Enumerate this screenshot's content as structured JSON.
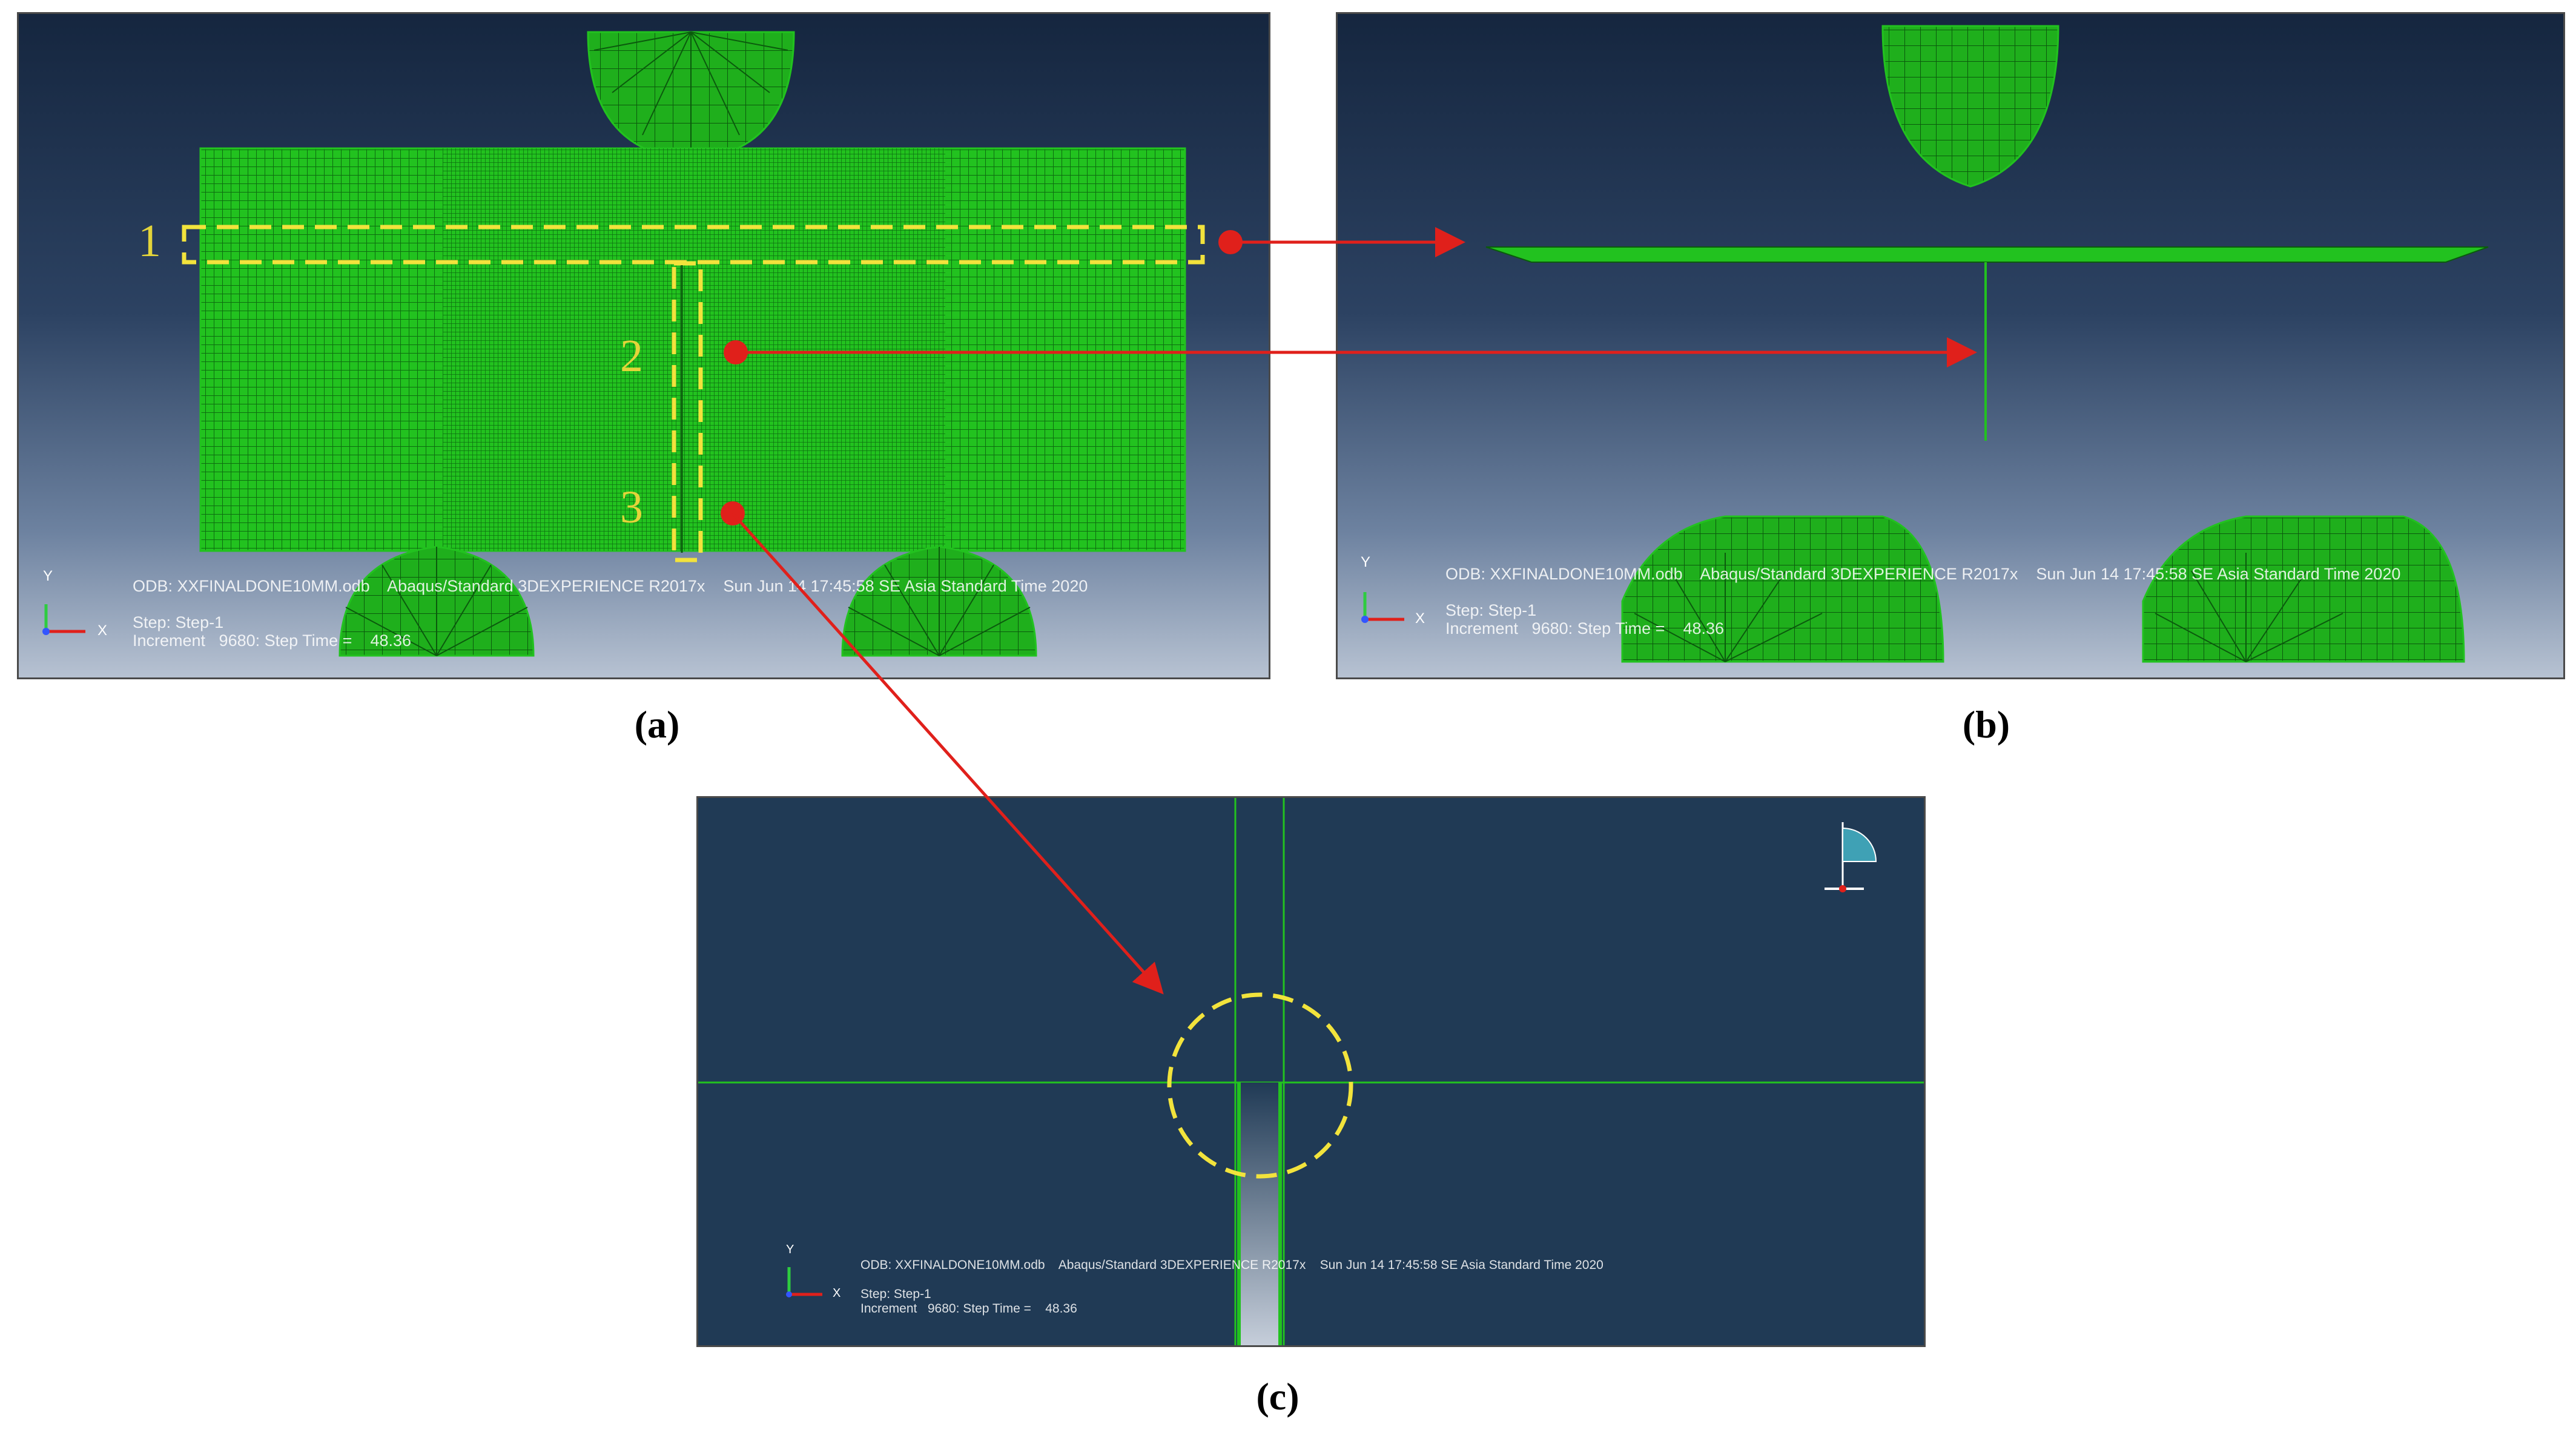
{
  "panels": {
    "a": {
      "caption": "(a)",
      "region_labels": [
        "1",
        "2",
        "3"
      ],
      "axes": {
        "y": "Y",
        "x": "X"
      },
      "info": {
        "line1": "ODB: XXFINALDONE10MM.odb    Abaqus/Standard 3DEXPERIENCE R2017x    Sun Jun 14 17:45:58 SE Asia Standard Time 2020",
        "line2": "Step: Step-1",
        "line3": "Increment   9680: Step Time =    48.36"
      }
    },
    "b": {
      "caption": "(b)",
      "axes": {
        "y": "Y",
        "x": "X"
      },
      "info": {
        "line1": "ODB: XXFINALDONE10MM.odb    Abaqus/Standard 3DEXPERIENCE R2017x    Sun Jun 14 17:45:58 SE Asia Standard Time 2020",
        "line2": "Step: Step-1",
        "line3": "Increment   9680: Step Time =    48.36"
      }
    },
    "c": {
      "caption": "(c)",
      "axes": {
        "y": "Y",
        "x": "X"
      },
      "info": {
        "line1": "ODB: XXFINALDONE10MM.odb    Abaqus/Standard 3DEXPERIENCE R2017x    Sun Jun 14 17:45:58 SE Asia Standard Time 2020",
        "line2": "Step: Step-1",
        "line3": "Increment   9680: Step Time =    48.36"
      }
    }
  },
  "colors": {
    "mesh": "#22c21f",
    "mesh_line": "#0d6d10",
    "highlight": "#f2e33c",
    "arrow": "#e0201b",
    "caption": "#000000"
  }
}
